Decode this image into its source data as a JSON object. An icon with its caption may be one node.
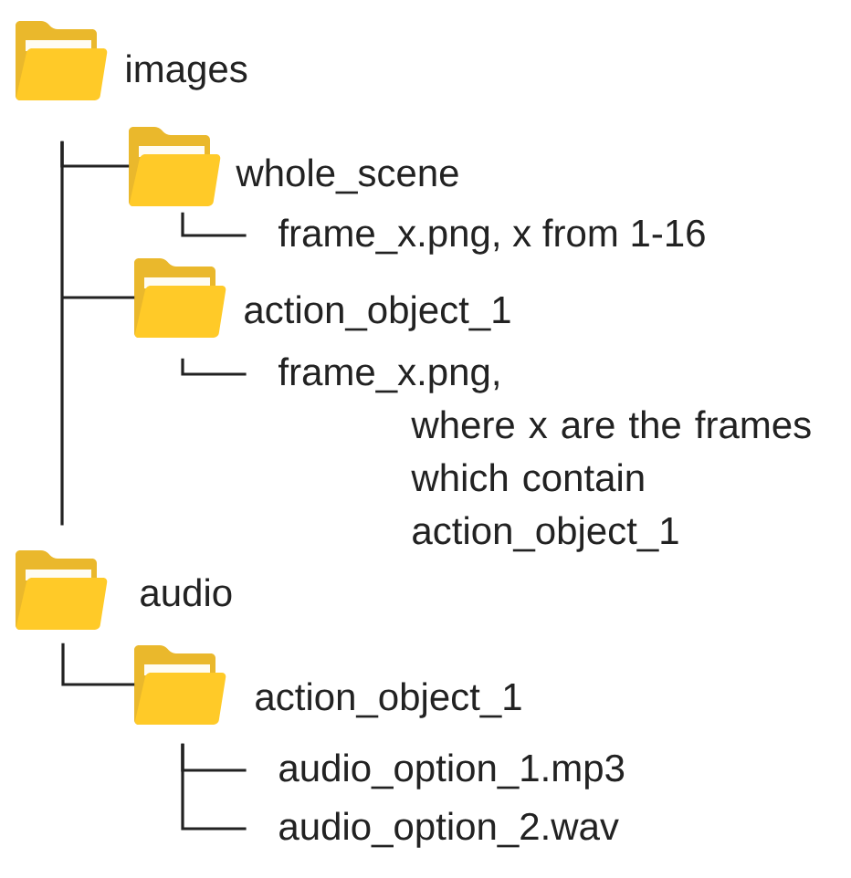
{
  "diagram": {
    "nodes": [
      {
        "text": [],
        "shape": "picture",
        "beside": [
          "images"
        ]
      },
      {
        "text": [],
        "shape": "picture",
        "beside": [
          "whole_scene"
        ]
      },
      {
        "text": [
          "frame_x.png, x from 1-16"
        ]
      },
      {
        "text": [],
        "shape": "picture",
        "beside": [
          "action_object_1"
        ]
      },
      {
        "text": [
          "frame_x.png, where x are the frames which contain action_object_1"
        ]
      },
      {
        "text": [],
        "shape": "picture",
        "beside": [
          "audio"
        ]
      },
      {
        "text": [],
        "shape": "picture",
        "beside": [
          "action_object_1"
        ]
      },
      {
        "text": [
          "audio_option_1.mp3"
        ]
      },
      {
        "text": [
          "audio_option_2.wav"
        ]
      }
    ],
    "edges": [
      {
        "from": 0,
        "to": 1,
        "arrow": "none"
      },
      {
        "from": 0,
        "to": 3,
        "arrow": "none"
      },
      {
        "from": 1,
        "to": 2,
        "arrow": "none"
      },
      {
        "from": 3,
        "to": 4,
        "arrow": "none"
      },
      {
        "from": 5,
        "to": 6,
        "arrow": "none"
      },
      {
        "from": 6,
        "to": 7,
        "arrow": "none"
      },
      {
        "from": 6,
        "to": 8,
        "arrow": "none"
      }
    ]
  }
}
